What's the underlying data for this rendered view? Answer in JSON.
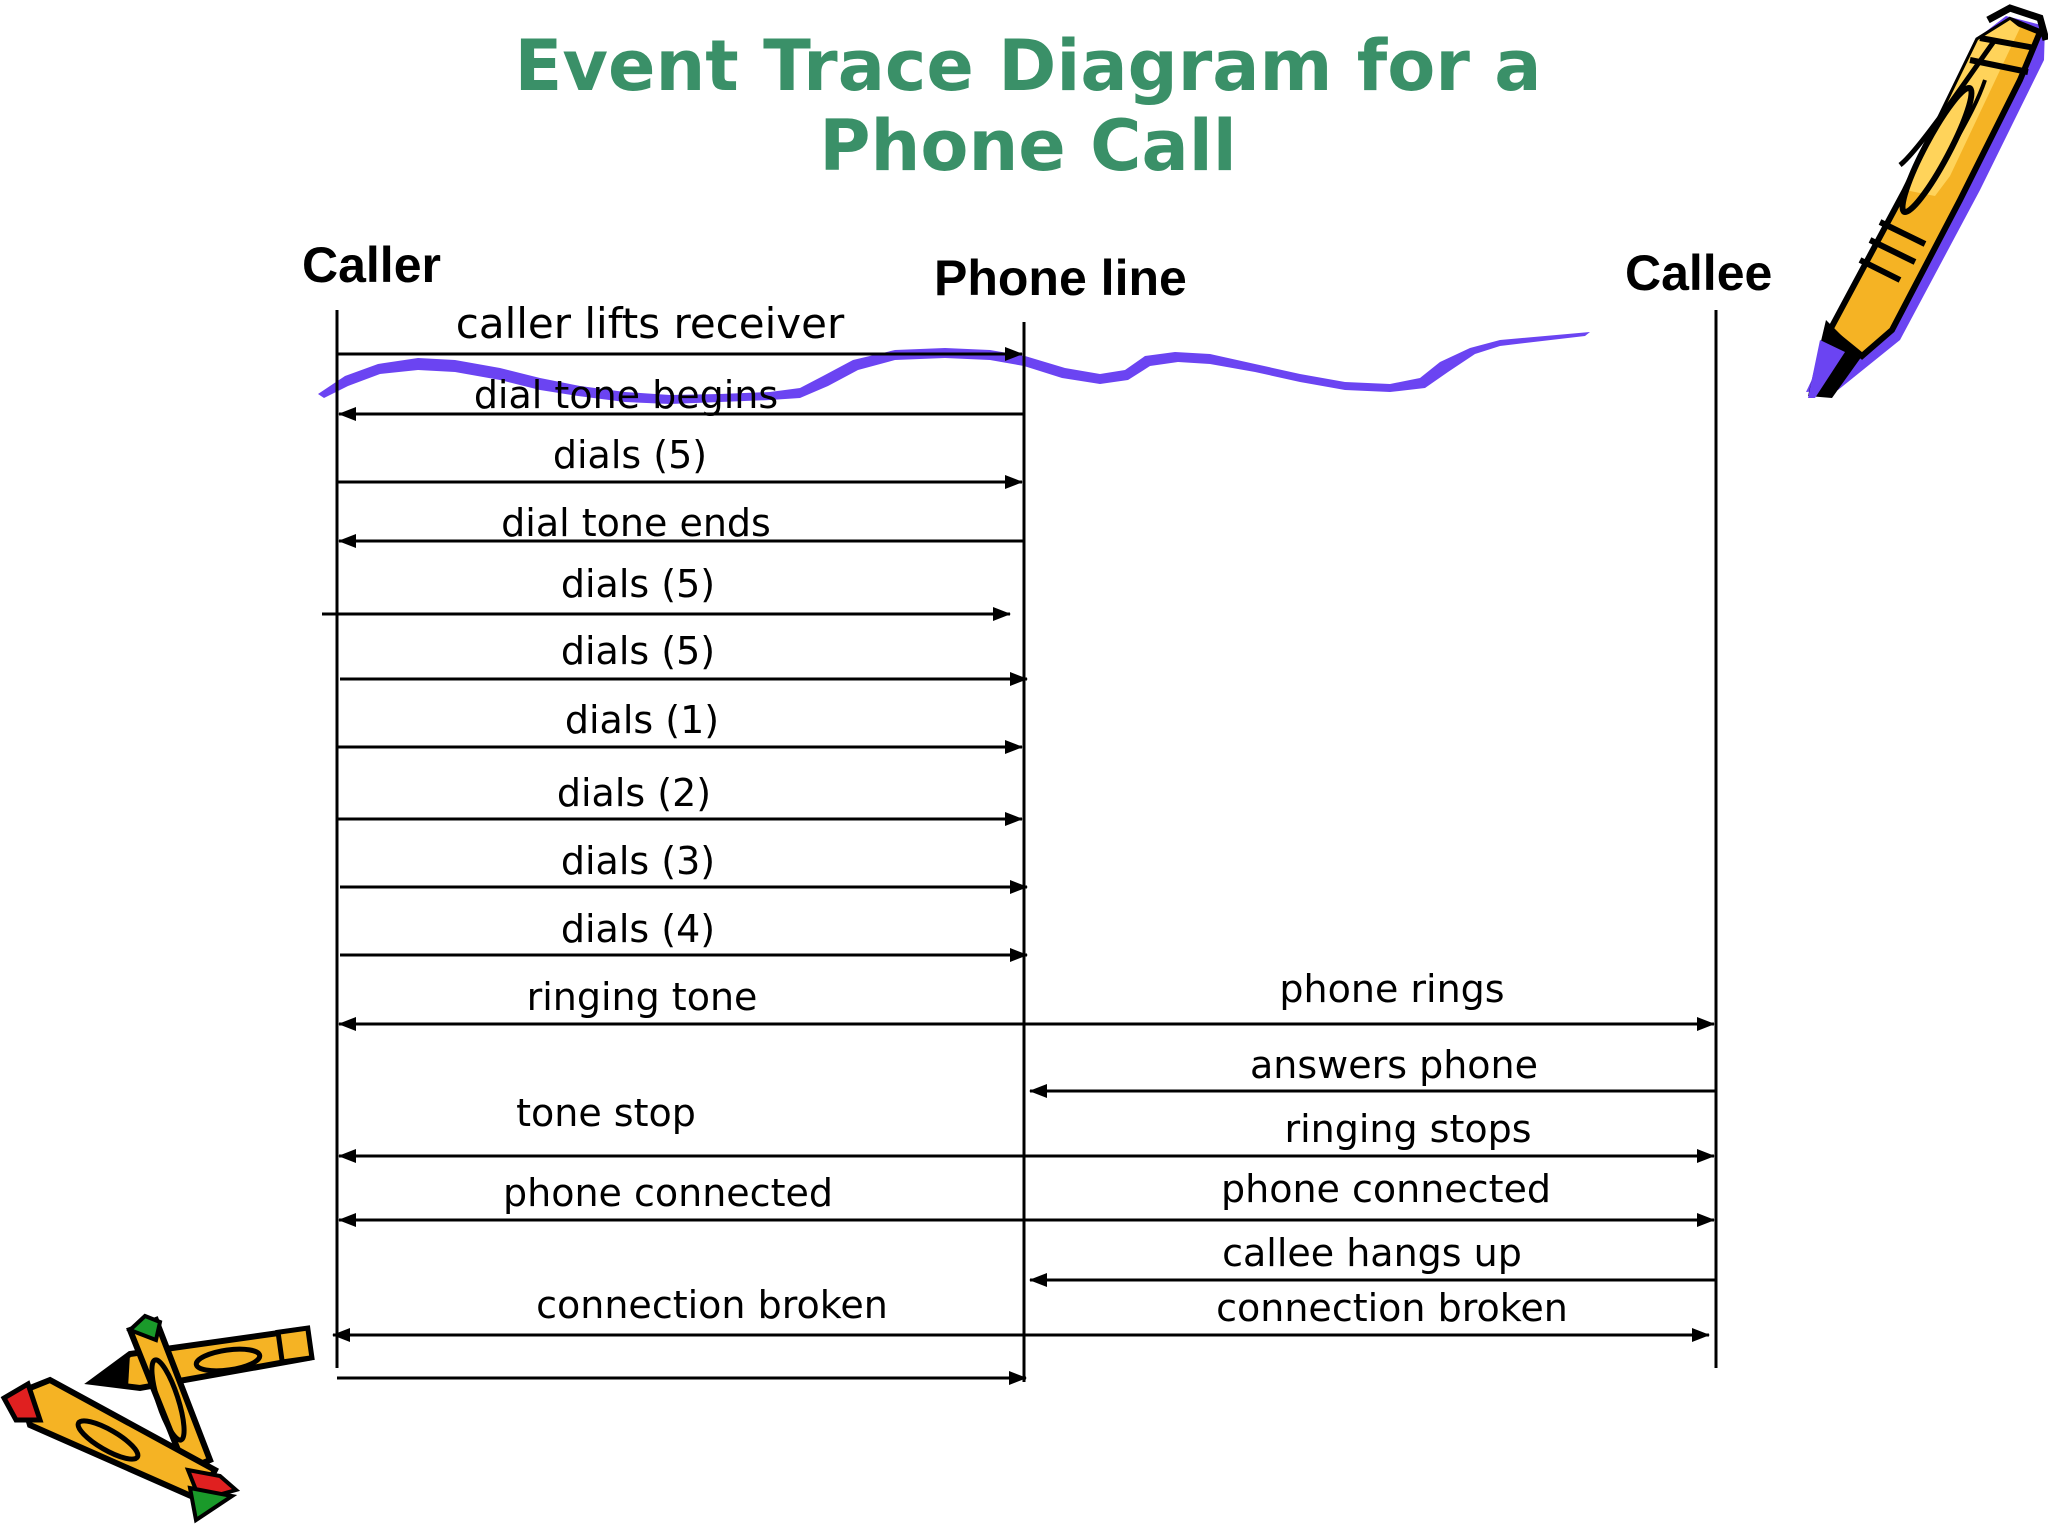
{
  "title": {
    "line1": "Event Trace Diagram for a",
    "line2": "Phone Call"
  },
  "colors": {
    "title": "#3a9068",
    "squiggle": "#6b44f2",
    "pencil_body": "#f5b324",
    "pencil_outline": "#000000"
  },
  "lanes": {
    "caller": "Caller",
    "phone_line": "Phone line",
    "callee": "Callee"
  },
  "messages": {
    "m1": "caller lifts receiver",
    "m2": "dial tone begins",
    "m3": "dials (5)",
    "m4": "dial tone ends",
    "m5": "dials (5)",
    "m6": "dials (5)",
    "m7": "dials (1)",
    "m8": "dials (2)",
    "m9": "dials (3)",
    "m10": "dials (4)",
    "m11": "ringing tone",
    "m12": "phone rings",
    "m13": "answers phone",
    "m14": "tone stop",
    "m15": "ringing stops",
    "m16": "phone connected",
    "m17": "phone connected",
    "m18": "callee hangs up",
    "m19": "connection broken",
    "m20": "connection broken"
  },
  "decorations": {
    "top_right": "pencil-icon",
    "bottom_left": "crossed-pencils-icon",
    "under_title": "purple-squiggle"
  }
}
